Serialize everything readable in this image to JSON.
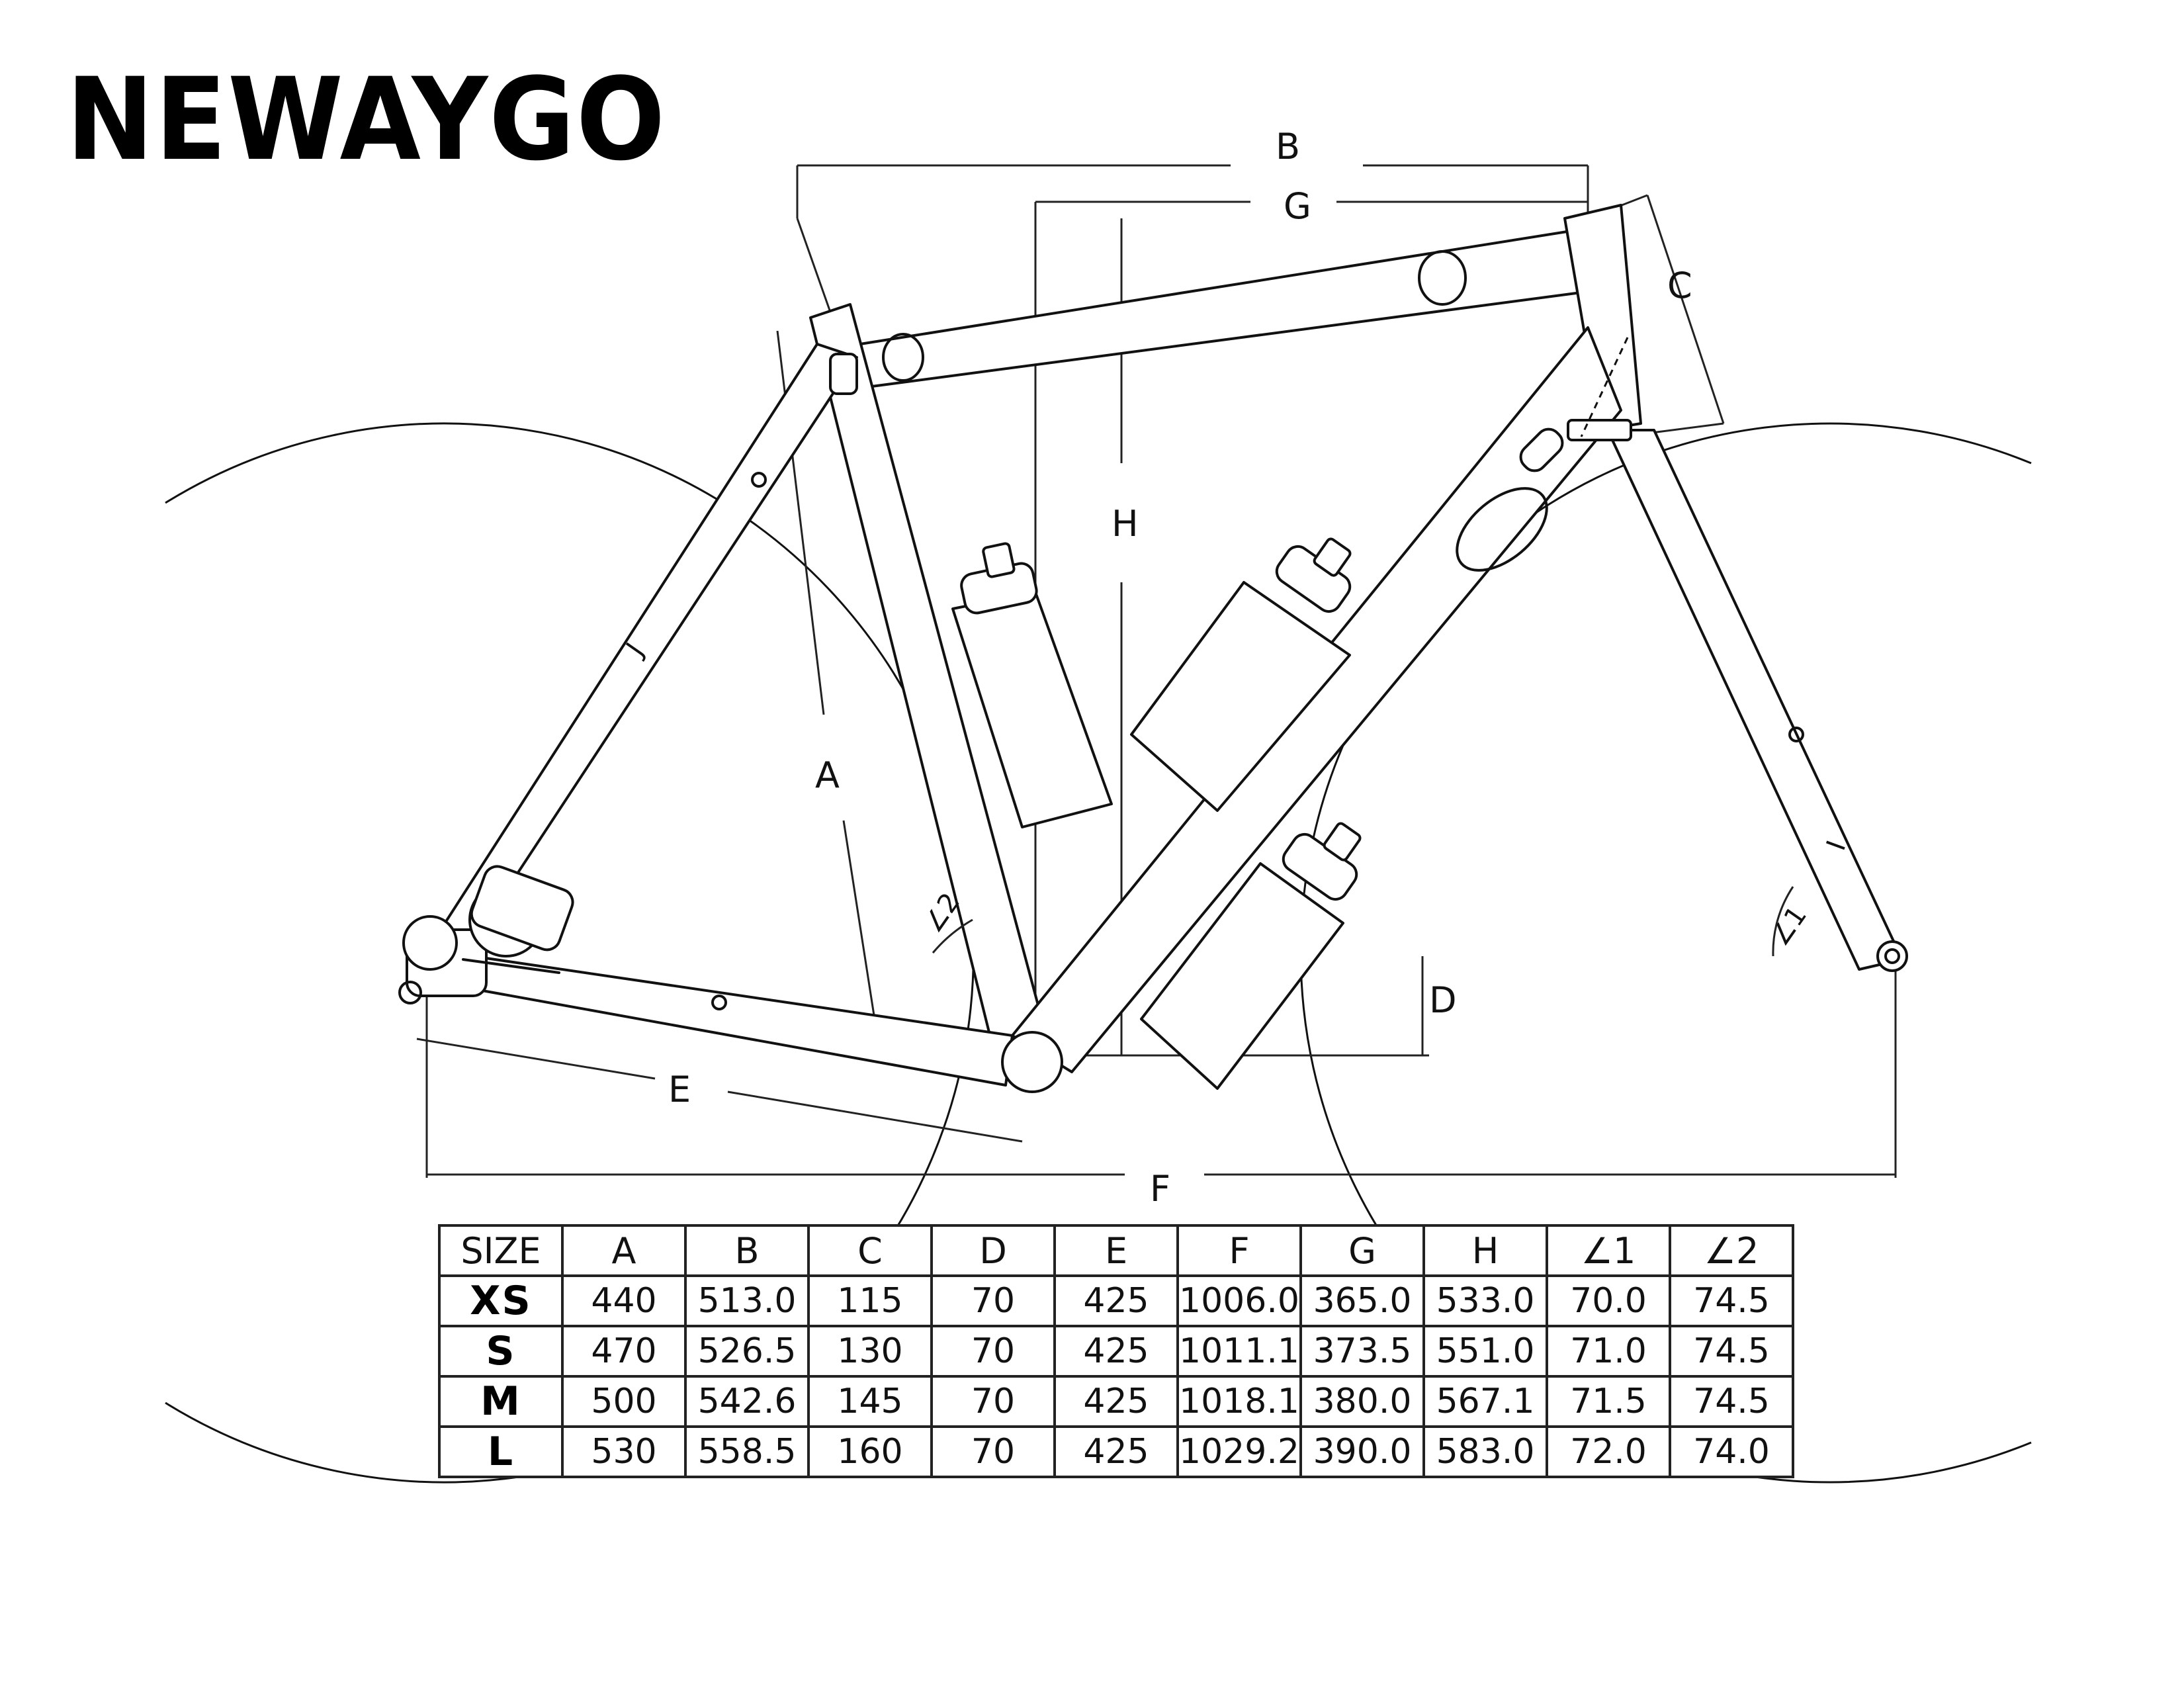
{
  "brand": "NEWAYGO",
  "dimension_labels": {
    "A": "A",
    "B": "B",
    "C": "C",
    "D": "D",
    "E": "E",
    "F": "F",
    "G": "G",
    "H": "H",
    "I": "I",
    "J": "J"
  },
  "angle_labels": {
    "a1": "∠1",
    "a2": "∠2"
  },
  "table": {
    "headers": [
      "SIZE",
      "A",
      "B",
      "C",
      "D",
      "E",
      "F",
      "G",
      "H",
      "∠1",
      "∠2"
    ],
    "rows": [
      [
        "XS",
        "440",
        "513.0",
        "115",
        "70",
        "425",
        "1006.0",
        "365.0",
        "533.0",
        "70.0",
        "74.5"
      ],
      [
        "S",
        "470",
        "526.5",
        "130",
        "70",
        "425",
        "1011.1",
        "373.5",
        "551.0",
        "71.0",
        "74.5"
      ],
      [
        "M",
        "500",
        "542.6",
        "145",
        "70",
        "425",
        "1018.1",
        "380.0",
        "567.1",
        "71.5",
        "74.5"
      ],
      [
        "L",
        "530",
        "558.5",
        "160",
        "70",
        "425",
        "1029.2",
        "390.0",
        "583.0",
        "72.0",
        "74.0"
      ]
    ]
  }
}
